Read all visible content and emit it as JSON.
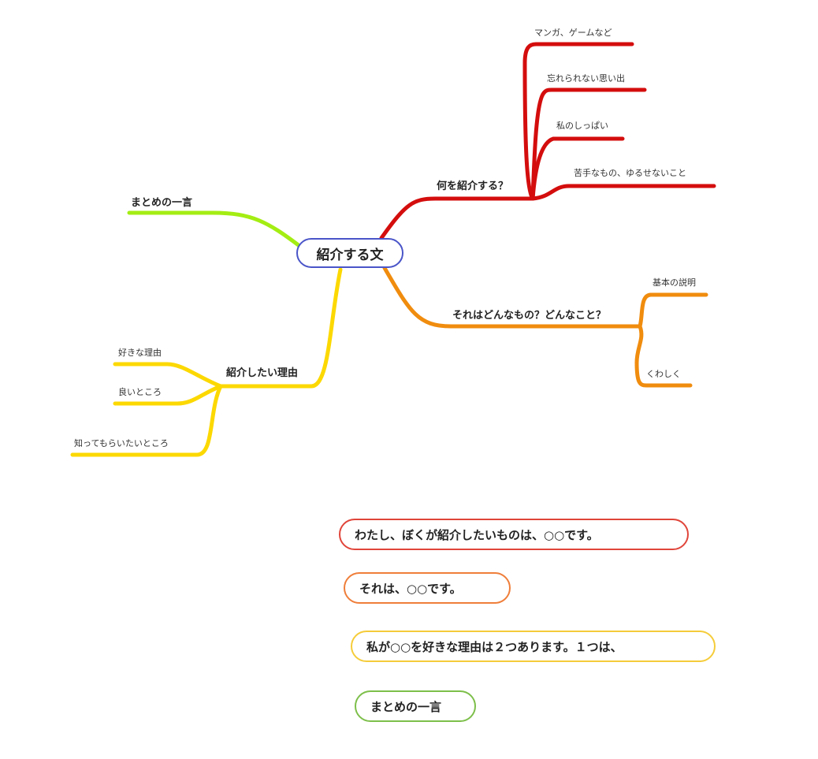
{
  "center": "紹介する文",
  "colors": {
    "center": "#4a55c8",
    "red": "#d40d0d",
    "orange": "#f08c0e",
    "yellow": "#fcd800",
    "green": "#a4ed13"
  },
  "branches": {
    "what": {
      "label": "何を紹介する？",
      "children": [
        "マンガ、ゲームなど",
        "忘れられない思い出",
        "私のしっぱい",
        "苦手なもの、ゆるせないこと"
      ]
    },
    "describe": {
      "label": "それはどんなもの？どんなこと？",
      "children": [
        "基本の説明",
        "くわしく"
      ]
    },
    "reason": {
      "label": "紹介したい理由",
      "children": [
        "好きな理由",
        "良いところ",
        "知ってもらいたいところ"
      ]
    },
    "summary": {
      "label": "まとめの一言"
    }
  },
  "sentences": [
    {
      "text": "わたし、ぼくが紹介したいものは、○○です。",
      "color": "#e0453a"
    },
    {
      "text": "それは、○○です。",
      "color": "#ef7e3a"
    },
    {
      "text": "私が○○を好きな理由は２つあります。１つは、",
      "color": "#f5cc3a"
    },
    {
      "text": "まとめの一言",
      "color": "#7dbf4a"
    }
  ]
}
